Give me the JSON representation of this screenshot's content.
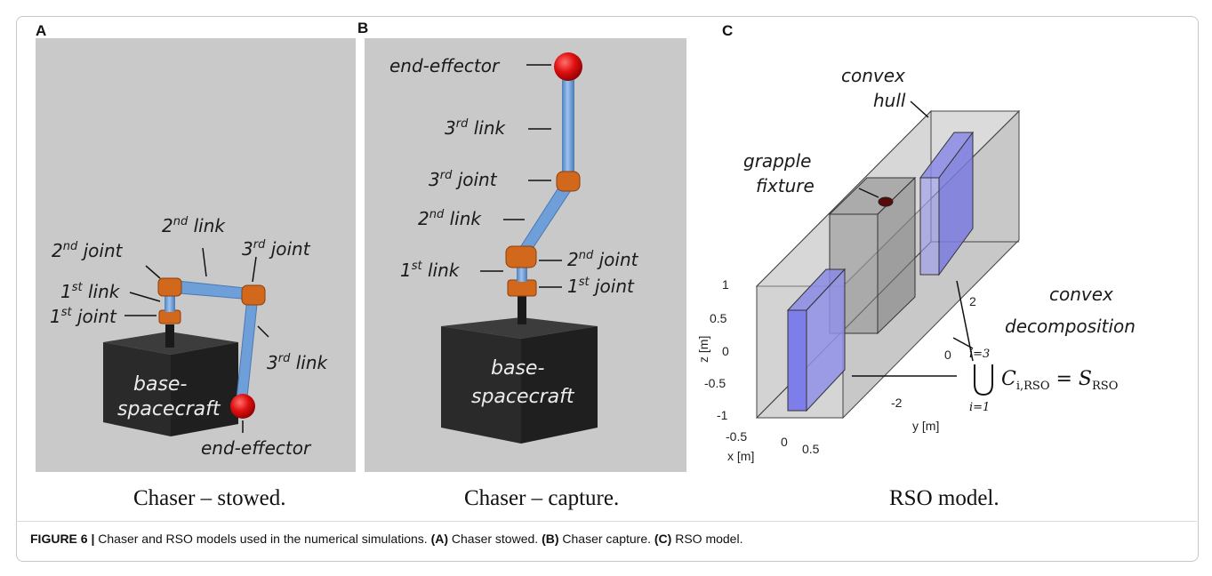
{
  "panels": {
    "a": {
      "letter": "A",
      "subcaption": "Chaser – stowed."
    },
    "b": {
      "letter": "B",
      "subcaption": "Chaser – capture."
    },
    "c": {
      "letter": "C",
      "subcaption": "RSO model."
    }
  },
  "labels_a": {
    "second_link": "2",
    "second_link_sup": "nd",
    "second_link_word": " link",
    "second_joint": "2",
    "second_joint_sup": "nd",
    "second_joint_word": " joint",
    "third_joint": "3",
    "third_joint_sup": "rd",
    "third_joint_word": "  joint",
    "first_link": "1",
    "first_link_sup": "st",
    "first_link_word": " link",
    "first_joint": "1",
    "first_joint_sup": "st",
    "first_joint_word": " joint",
    "third_link": "3",
    "third_link_sup": "rd",
    "third_link_word": " link",
    "base_line1": "base-",
    "base_line2": "spacecraft",
    "end_effector": "end-effector"
  },
  "labels_b": {
    "end_effector": "end-effector",
    "third_link": "3",
    "third_link_sup": "rd",
    "third_link_word": " link",
    "third_joint": "3",
    "third_joint_sup": "rd",
    "third_joint_word": "  joint",
    "second_link": "2",
    "second_link_sup": "nd",
    "second_link_word": " link",
    "second_joint": "2",
    "second_joint_sup": "nd",
    "second_joint_word": " joint",
    "first_link": "1",
    "first_link_sup": "st",
    "first_link_word": " link",
    "first_joint": "1",
    "first_joint_sup": "st",
    "first_joint_word": " joint",
    "base_line1": "base-",
    "base_line2": "spacecraft"
  },
  "labels_c": {
    "convex_hull_1": "convex",
    "convex_hull_2": "hull",
    "grapple_1": "grapple",
    "grapple_2": "fixture",
    "decomp_1": "convex",
    "decomp_2": "decomposition",
    "union_upper": "i=3",
    "union_lower": "i=1",
    "union_C": "C",
    "union_C_sub": "i,RSO",
    "union_eq": " = S",
    "union_S_sub": "RSO",
    "z_ticks": [
      "1",
      "0.5",
      "0",
      "-0.5",
      "-1"
    ],
    "y_ticks": [
      "2",
      "0",
      "-2"
    ],
    "x_ticks": [
      "-0.5",
      "0",
      "0.5"
    ],
    "z_label": "z [m]",
    "y_label": "y [m]",
    "x_label": "x [m]"
  },
  "caption": {
    "figure": "FIGURE 6 |",
    "text": " Chaser and RSO models used in the numerical simulations. ",
    "a_tag": "(A)",
    "a_text": " Chaser stowed. ",
    "b_tag": "(B)",
    "b_text": " Chaser capture. ",
    "c_tag": "(C)",
    "c_text": " RSO model."
  },
  "colors": {
    "panel_bg": "#c9c9c9",
    "base": "#2b2b2b",
    "link": "#6f9fd8",
    "joint": "#d2681c",
    "effector": "#e01010",
    "rso_box": "#a5a5a5",
    "solar_panel": "#7f7ff0"
  }
}
